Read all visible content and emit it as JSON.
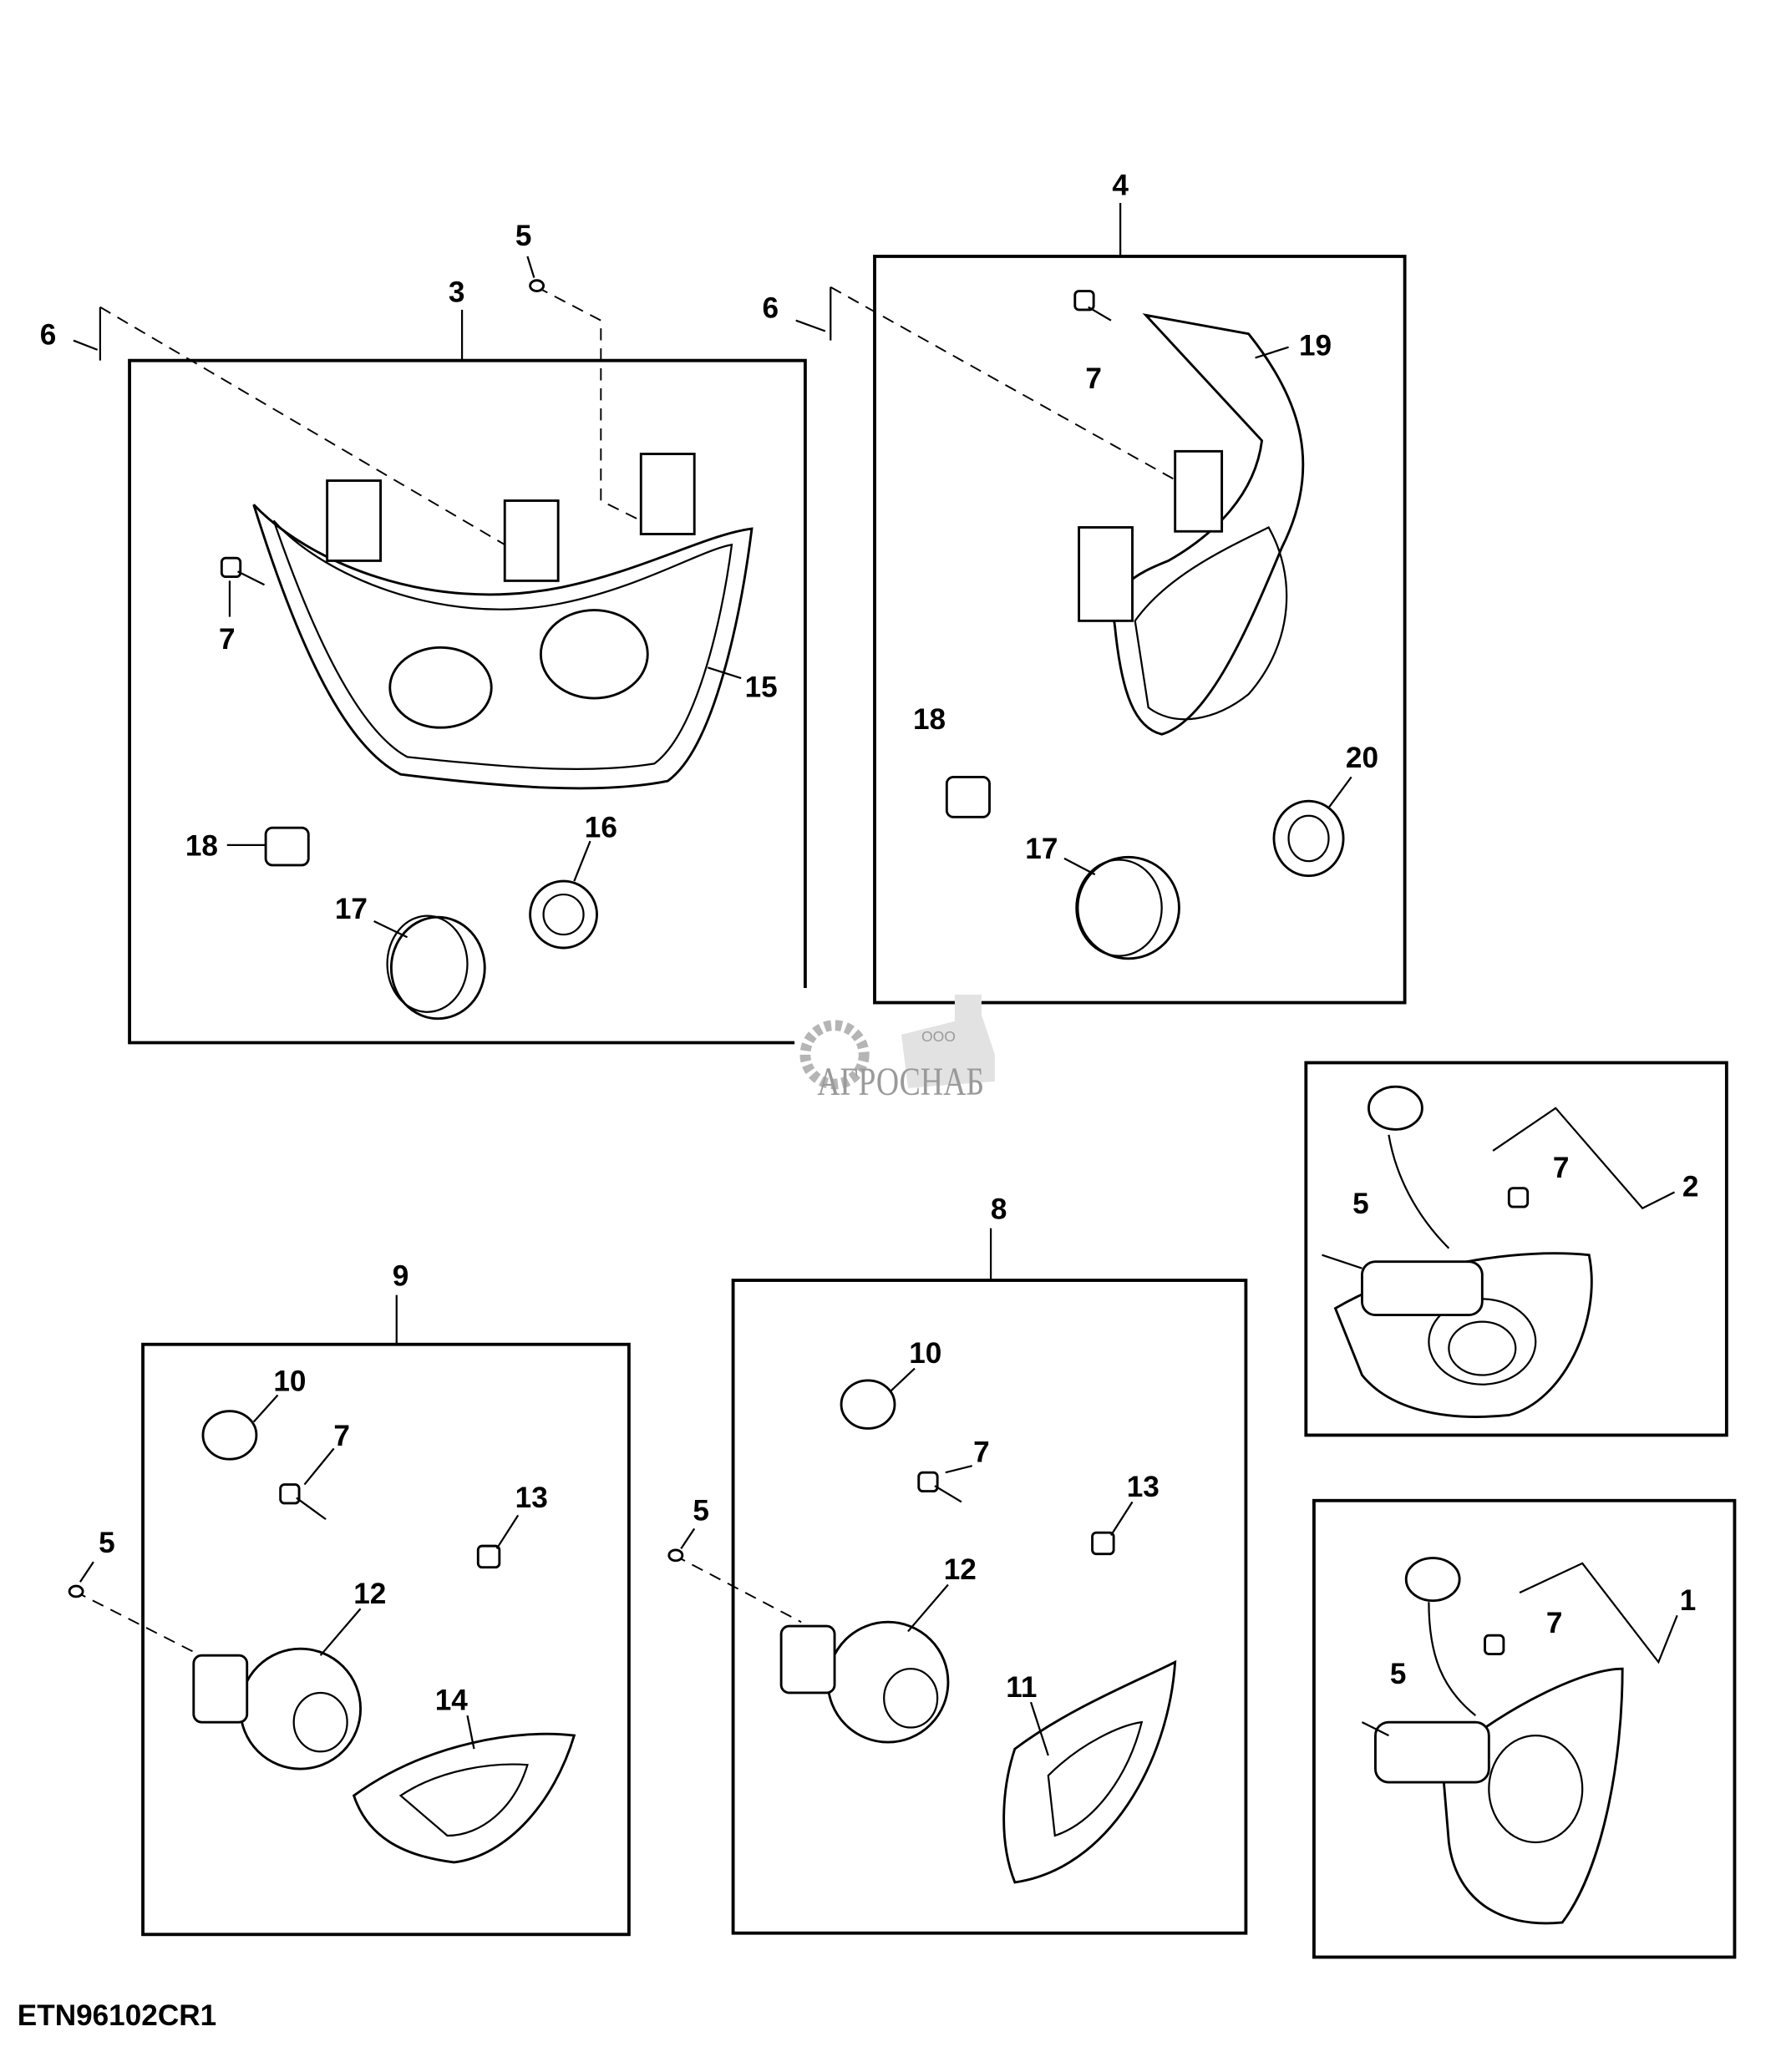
{
  "figure_id": "ETN96102CR1",
  "watermark": {
    "prefix": "ООО",
    "name": "АГРОСНАБ"
  },
  "callouts": [
    "3",
    "5",
    "6",
    "7",
    "15",
    "18",
    "16",
    "17",
    "4",
    "6",
    "7",
    "19",
    "18",
    "17",
    "20",
    "2",
    "5",
    "7",
    "1",
    "5",
    "7",
    "9",
    "10",
    "7",
    "13",
    "5",
    "12",
    "14",
    "8",
    "10",
    "7",
    "13",
    "5",
    "12",
    "11"
  ]
}
